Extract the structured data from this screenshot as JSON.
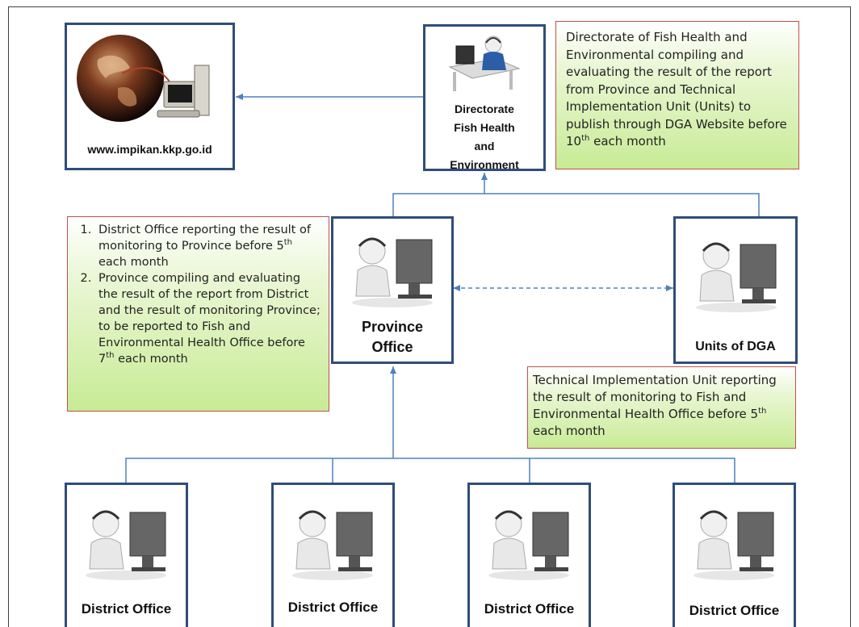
{
  "nodes": {
    "website": {
      "label": "www.impikan.kkp.go.id",
      "icon": "globe-computer-icon"
    },
    "directorate": {
      "label_lines": [
        "Directorate",
        "Fish Health",
        "and",
        "Environment"
      ],
      "icon": "person-desk-icon"
    },
    "province": {
      "label_lines": [
        "Province",
        "Office"
      ],
      "icon": "person-computer-icon"
    },
    "units": {
      "label": "Units of DGA",
      "icon": "person-computer-icon"
    },
    "districts": [
      {
        "label": "District Office"
      },
      {
        "label": "District Office"
      },
      {
        "label": "District Office"
      },
      {
        "label": "District Office"
      }
    ]
  },
  "notes": {
    "directorate": {
      "text_before": "Directorate of Fish Health and Environmental compiling and evaluating the result of the report from Province and Technical Implementation Unit (Units) to publish through DGA Website before 10",
      "sup": "th",
      "text_after": " each month"
    },
    "province": {
      "items": [
        {
          "before": "District Office reporting the result of monitoring to Province before 5",
          "sup": "th",
          "after": " each month"
        },
        {
          "before": "Province compiling and evaluating the result of the report from District and the result of monitoring Province; to be reported to Fish and Environmental Health Office before 7",
          "sup": "th",
          "after": " each month"
        }
      ]
    },
    "units": {
      "text_before": "Technical Implementation Unit reporting the result of monitoring to Fish and Environmental Health Office before 5",
      "sup": "th",
      "text_after": " each month"
    }
  },
  "colors": {
    "node_border": "#2f4d7a",
    "connector": "#4f81bd",
    "note_border": "#c0504d",
    "note_fill": "#c8eb95"
  }
}
